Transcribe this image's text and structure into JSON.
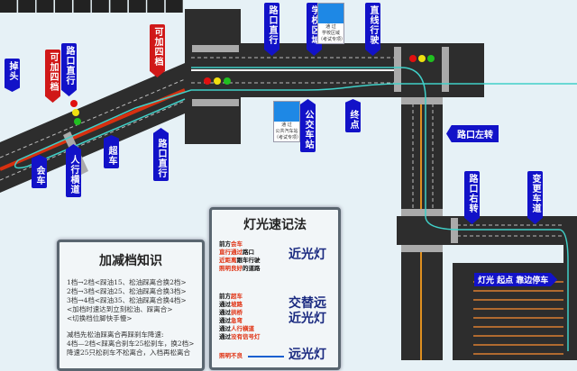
{
  "labels": {
    "u_turn": "掉头",
    "add_gear_4_left": "可加四档",
    "straight_1": "路口直行",
    "add_gear_4_right": "可加四档",
    "straight_2": "路口直行",
    "straight_3": "路口直行",
    "school_zone": "学校区域",
    "straight_drive": "直线行驶",
    "bus_stop": "公交车站",
    "end_point": "终点",
    "left_turn": "路口左转",
    "right_turn": "路口右转",
    "lane_change": "变更车道",
    "meeting": "会车",
    "crosswalk": "人行横道",
    "overtake": "超车",
    "parking_banner": "灯光 起点 靠边停车"
  },
  "signs": {
    "school": {
      "line1": "通 过",
      "line2": "学校区域",
      "line3": "（考试专项）"
    },
    "bus": {
      "line1": "通 过",
      "line2": "公共汽车站",
      "line3": "（考试专项）"
    }
  },
  "gear_panel": {
    "title": "加减档知识",
    "lines": [
      "1档→2档<踩油15、松油踩离合换2档>",
      "2档→3档<踩油25、松油踩离合换3档>",
      "3档→4档<踩油35、松油踩离合换4档>",
      "<加档时速达到立刻松油、踩离合>",
      "<切换档位脚快手慢>",
      "",
      "减档先松油踩离合再踩刹车降速:",
      "4档—2档<踩离合刹车25松刹车，换2档>",
      "降速25只松刹车不松离合，入档再松离合"
    ]
  },
  "light_panel": {
    "title": "灯光速记法",
    "group1": [
      [
        "前方",
        "会车",
        ""
      ],
      [
        "",
        "直行通过",
        "路口"
      ],
      [
        "",
        "近距离",
        "跟车行驶"
      ],
      [
        "",
        "照明良好",
        "的道路"
      ]
    ],
    "result1": "近光灯",
    "group2": [
      [
        "前方",
        "超车",
        ""
      ],
      [
        "通过",
        "坡路",
        ""
      ],
      [
        "通过",
        "拱桥",
        ""
      ],
      [
        "通过",
        "急弯",
        ""
      ],
      [
        "通过",
        "人行横道",
        ""
      ],
      [
        "通过",
        "没有信号灯",
        ""
      ]
    ],
    "result2_line1": "交替远",
    "result2_line2": "近光灯",
    "group3": "照明不良",
    "result3": "远光灯"
  },
  "colors": {
    "road": "#2d2d2d",
    "route": "#40d0c8",
    "tag_blue": "#1212c8",
    "tag_red": "#d01818",
    "light_red": "#e01010",
    "light_yellow": "#f0e010",
    "light_green": "#20c020"
  }
}
